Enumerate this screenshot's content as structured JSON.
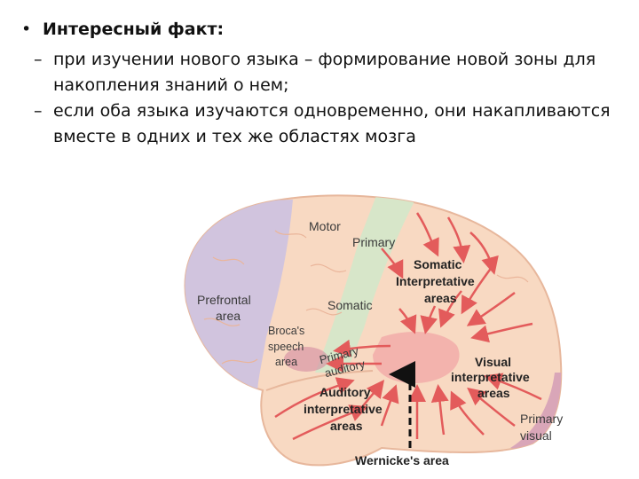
{
  "slide": {
    "bullet_symbol": "•",
    "heading": "Интересный факт:",
    "dash_symbol": "–",
    "item1_line1": "при изучении нового языка – формирование новой зоны для",
    "item1_line2": "накопления знаний о нем;",
    "item2_line1": "если оба языка изучаются одновременно, они накапливаются",
    "item2_line2": "вместе в одних и тех же областях мозга"
  },
  "brain": {
    "motor": "Motor",
    "primary_motor": "Primary",
    "somatic_interp_1": "Somatic",
    "somatic_interp_2": "Interpretative",
    "somatic_interp_3": "areas",
    "prefrontal_1": "Prefrontal",
    "prefrontal_2": "area",
    "somatic": "Somatic",
    "broca_1": "Broca's",
    "broca_2": "speech",
    "broca_3": "area",
    "primary_auditory_1": "Primary",
    "primary_auditory_2": "auditory",
    "visual_interp_1": "Visual",
    "visual_interp_2": "interpretative",
    "visual_interp_3": "areas",
    "auditory_interp_1": "Auditory",
    "auditory_interp_2": "interpretative",
    "auditory_interp_3": "areas",
    "primary_visual_1": "Primary",
    "primary_visual_2": "visual",
    "wernicke": "Wernicke's area"
  },
  "colors": {
    "cortex": "#f8d9c2",
    "prefrontal": "#cfc3df",
    "motor_strip": "#d7e6c9",
    "primary_visual": "#d9a6b8",
    "wernicke": "#f3b3ad",
    "arrows": "#e35b5b"
  }
}
